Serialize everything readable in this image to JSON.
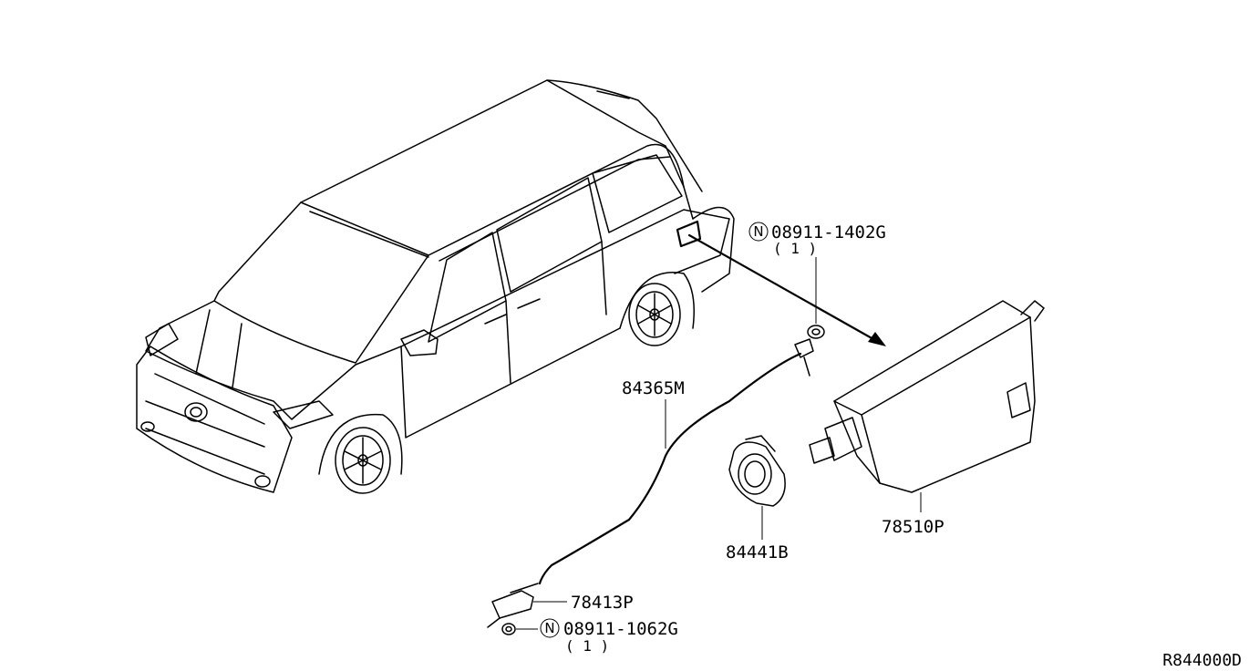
{
  "parts": {
    "nut_top": {
      "number": "08911-1402G",
      "qty": "( 1 )",
      "symbol": "N"
    },
    "cable": {
      "number": "84365M"
    },
    "lid_lock": {
      "number": "78510P"
    },
    "opener_ring": {
      "number": "84441B"
    },
    "lever": {
      "number": "78413P"
    },
    "nut_bottom": {
      "number": "08911-1062G",
      "qty": "( 1 )",
      "symbol": "N"
    }
  },
  "reference": "R844000D"
}
